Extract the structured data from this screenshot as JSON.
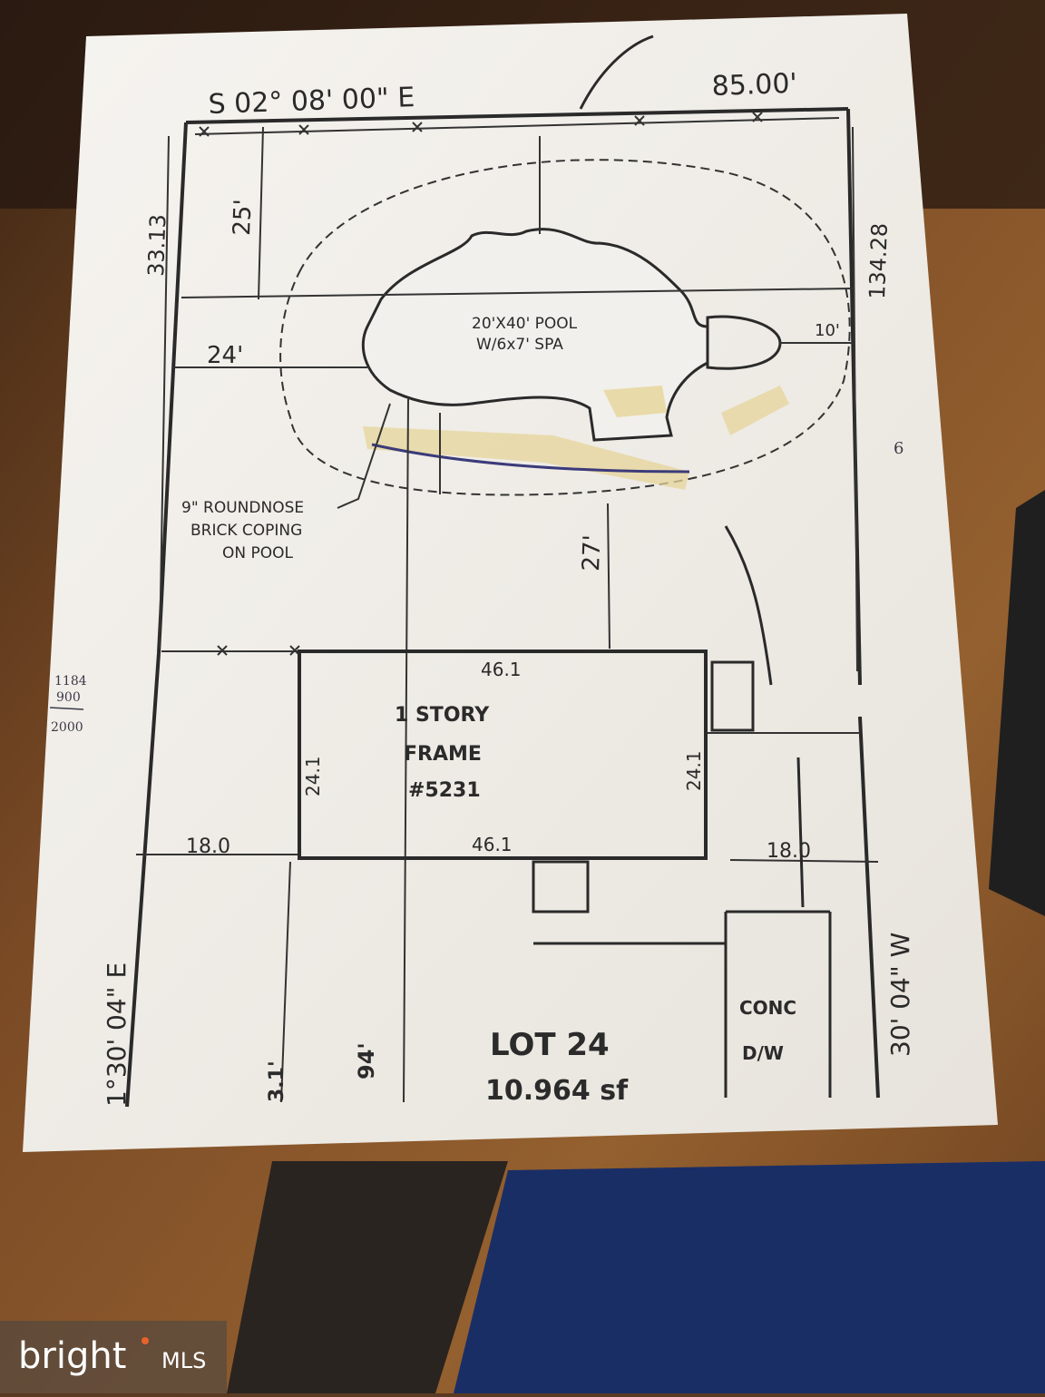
{
  "plat": {
    "bearing_top": "S 02° 08' 00\" E",
    "top_frontage": "85.00'",
    "left_side": "33.13",
    "right_side": "134.28",
    "bearing_left": "1°30' 04\" E",
    "bearing_right": "30' 04\" W",
    "pool_label": "20'X40' POOL",
    "spa_label": "W/6x7' SPA",
    "coping_note_1": "9\" ROUNDNOSE",
    "coping_note_2": "BRICK COPING",
    "coping_note_3": "ON POOL",
    "dim_top_setback": "25'",
    "dim_left_setback": "24'",
    "dim_house_setback": "27'",
    "dim_right": "10'",
    "house_line_1": "1  STORY",
    "house_line_2": "FRAME",
    "house_line_3": "#5231",
    "house_width_top": "46.1",
    "house_width_bottom": "46.1",
    "house_depth_left": "24.1",
    "house_depth_right": "24.1",
    "side_left": "18.0",
    "side_right": "18.0",
    "lot_label": "LOT 24",
    "lot_area": "10.964 sf",
    "margin_calc_1": "1184",
    "margin_calc_2": "900",
    "margin_calc_3": "2000",
    "conc_label": "CONC",
    "dw_label": "D/W",
    "front_1": "3.1'",
    "front_2": "94'",
    "right_edge_mark": "6"
  },
  "watermark": {
    "brand": "bright",
    "suffix": "MLS",
    "accent": "#e8622c"
  },
  "colors": {
    "paper": "#f2f0ec",
    "ink": "#2a2a2a",
    "tape": "#e6d49a",
    "wood": "#7a4a25"
  }
}
